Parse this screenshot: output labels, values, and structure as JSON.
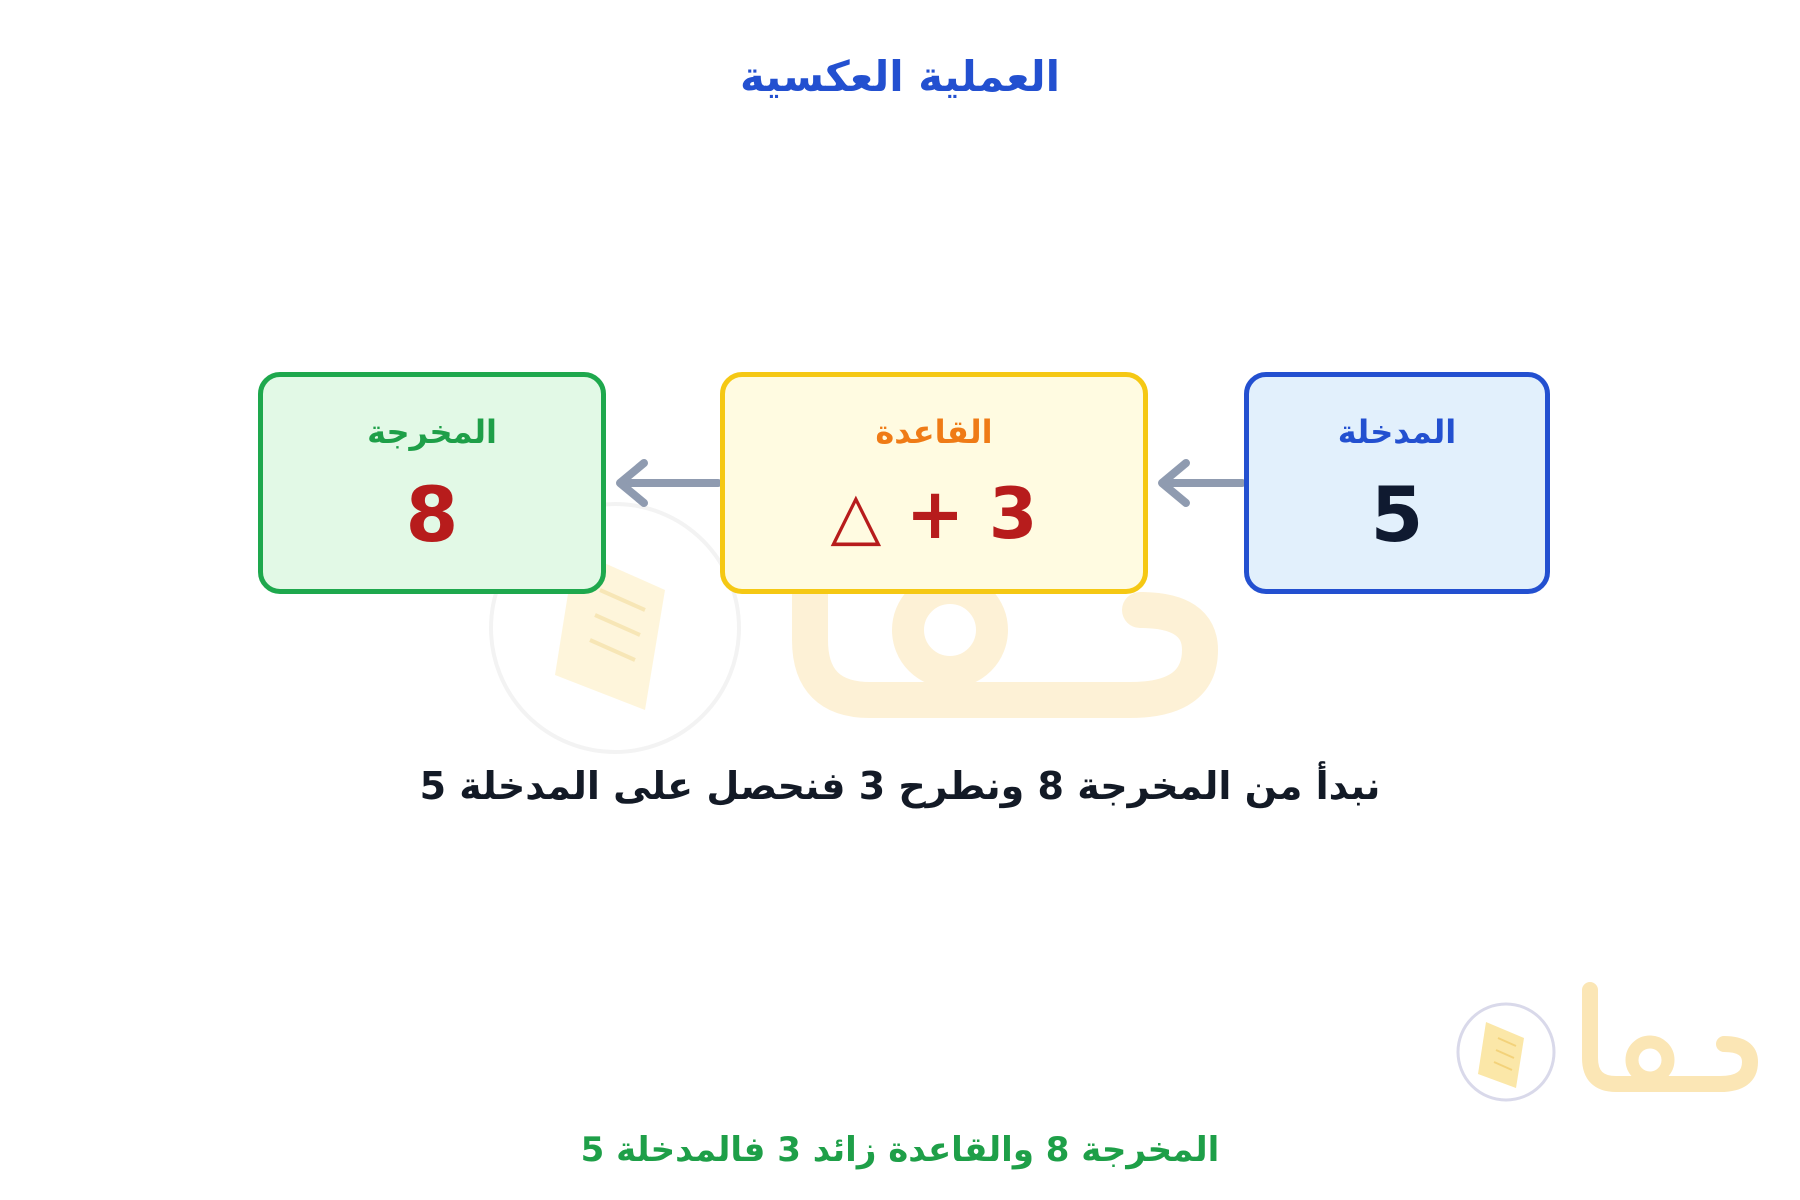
{
  "title": "العملية العكسية",
  "boxes": {
    "output": {
      "label": "المخرجة",
      "value": "8"
    },
    "rule": {
      "label": "القاعدة",
      "operand": "3",
      "operator": "+",
      "symbol": "△"
    },
    "input": {
      "label": "المدخلة",
      "value": "5"
    }
  },
  "explanation": "نبدأ من المخرجة 8 ونطرح 3 فنحصل على المدخلة 5",
  "summary": "المخرجة 8 والقاعدة زائد 3 فالمدخلة 5",
  "watermark": {
    "logo_text": "حلول"
  },
  "colors": {
    "title": "#2350d0",
    "output_border": "#1ea84d",
    "rule_border": "#f5c814",
    "input_border": "#2350d0",
    "value_red": "#b71c1c",
    "arrow": "#8f9bb0",
    "summary": "#1e9f48"
  },
  "icons": {
    "arrow": "left-arrow-icon",
    "watermark": "book-logo-icon"
  }
}
